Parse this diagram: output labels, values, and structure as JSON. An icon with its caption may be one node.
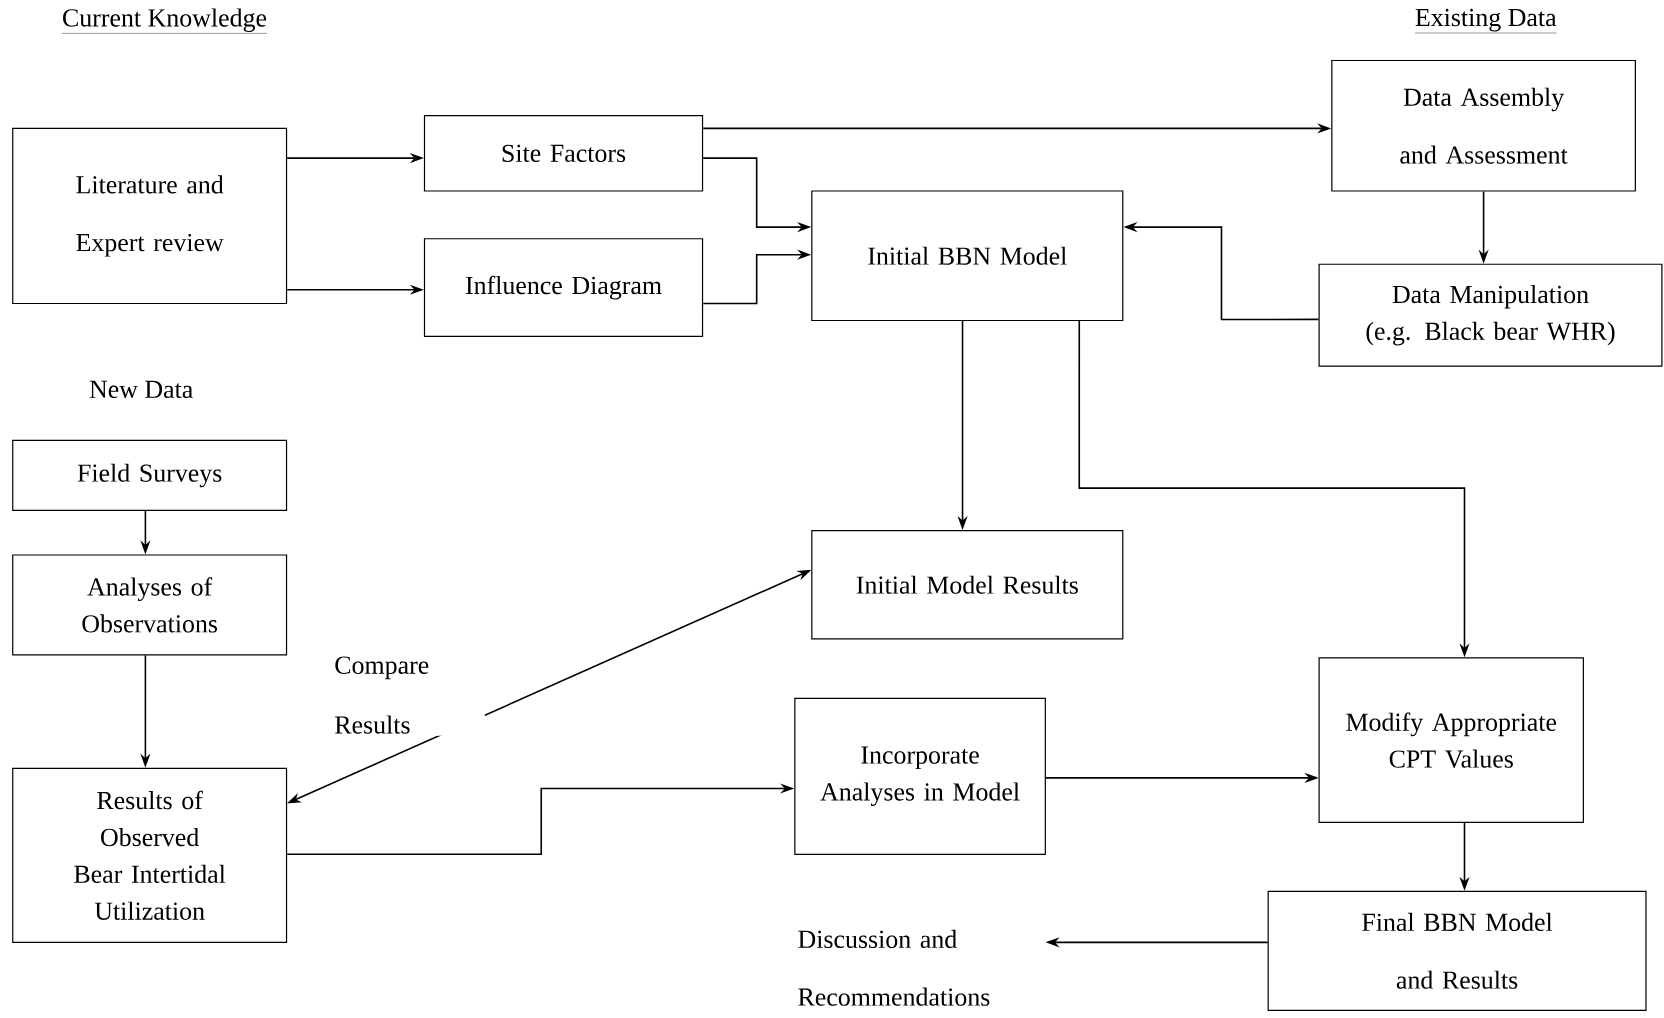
{
  "diagram": {
    "nodes": [
      {
        "text": [
          "Literature and Expert review"
        ]
      },
      {
        "text": [
          "Site Factors"
        ]
      },
      {
        "text": [
          "Influence Diagram"
        ]
      },
      {
        "text": [
          "Initial BBN Model"
        ]
      },
      {
        "text": [
          "Data Assembly and Assessment"
        ]
      },
      {
        "text": [
          "Data Manipulation (e.g. Black bear WHR)"
        ]
      },
      {
        "text": [
          "Field Surveys"
        ]
      },
      {
        "text": [
          "Analyses of Observations"
        ]
      },
      {
        "text": [
          "Initial Model Results"
        ]
      },
      {
        "text": [
          "Results of Observed Bear Intertidal Utilization"
        ]
      },
      {
        "text": [
          "Incorporate Analyses in Model"
        ]
      },
      {
        "text": [
          "Modify Appropriate CPT Values"
        ]
      },
      {
        "text": [
          "Final BBN Model and Results"
        ]
      },
      {
        "text": [
          "Discussion and Recommendations"
        ]
      }
    ],
    "edges": [
      {
        "from": 0,
        "to": 1,
        "arrow": "to"
      },
      {
        "from": 0,
        "to": 2,
        "arrow": "to"
      },
      {
        "from": 1,
        "to": 4,
        "arrow": "to"
      },
      {
        "from": 1,
        "to": 3,
        "arrow": "to"
      },
      {
        "from": 2,
        "to": 3,
        "arrow": "to"
      },
      {
        "from": 4,
        "to": 5,
        "arrow": "to"
      },
      {
        "from": 5,
        "to": 3,
        "arrow": "to"
      },
      {
        "from": 3,
        "to": 8,
        "arrow": "to"
      },
      {
        "from": 3,
        "to": 11,
        "arrow": "to"
      },
      {
        "from": 6,
        "to": 7,
        "arrow": "to"
      },
      {
        "from": 7,
        "to": 9,
        "arrow": "to"
      },
      {
        "from": 9,
        "to": 8,
        "arrow": "both",
        "label": "Compare Results"
      },
      {
        "from": 9,
        "to": 10,
        "arrow": "to"
      },
      {
        "from": 10,
        "to": 11,
        "arrow": "to"
      },
      {
        "from": 11,
        "to": 12,
        "arrow": "to"
      },
      {
        "from": 12,
        "to": 13,
        "arrow": "to"
      }
    ],
    "labels": [
      "Current Knowledge",
      "Existing Data",
      "New Data"
    ]
  }
}
